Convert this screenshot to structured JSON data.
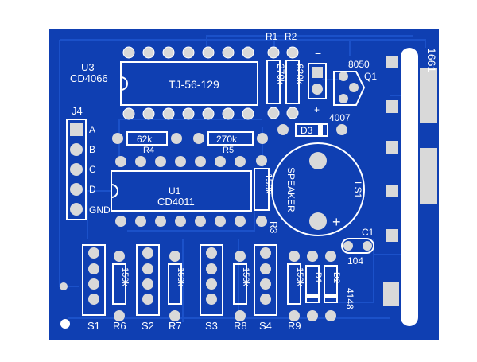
{
  "board": {
    "colors": {
      "solder_mask": "#0f3fb2",
      "solder_mask_dark": "#0a2f8c",
      "trace": "#1a4fc8",
      "silkscreen": "#ffffff",
      "pad": "#d9d9d9",
      "background": "#ffffff"
    },
    "labels": {
      "u3_ref": "U3",
      "u3_part": "CD4066",
      "u3_text": "TJ-56-129",
      "u1_ref": "U1",
      "u1_part": "CD4011",
      "r1": "R1",
      "r2": "R2",
      "r1_value": "270k",
      "r2_value": "620k",
      "r3": "R3",
      "r3_value": "150k",
      "r4": "R4",
      "r4_value": "62k",
      "r5": "R5",
      "r5_value": "270k",
      "r6": "R6",
      "r6_value": "150k",
      "r7": "R7",
      "r7_value": "150k",
      "r8": "R8",
      "r8_value": "150k",
      "r9": "R9",
      "r9_value": "150k",
      "q1": "Q1",
      "q1_part": "8050",
      "d3": "D3",
      "d3_part": "4007",
      "d1": "D1",
      "d2": "D2",
      "d12_part": "4148",
      "speaker": "SPEAKER",
      "ls1": "LS1",
      "c1": "C1",
      "c1_value": "104",
      "j4": "J4",
      "j4_pins": [
        "A",
        "B",
        "C",
        "D",
        "GND"
      ],
      "s1": "S1",
      "s2": "S2",
      "s3": "S3",
      "s4": "S4",
      "year": "1661",
      "minus": "−",
      "plus": "+",
      "speaker_plus": "+"
    }
  }
}
